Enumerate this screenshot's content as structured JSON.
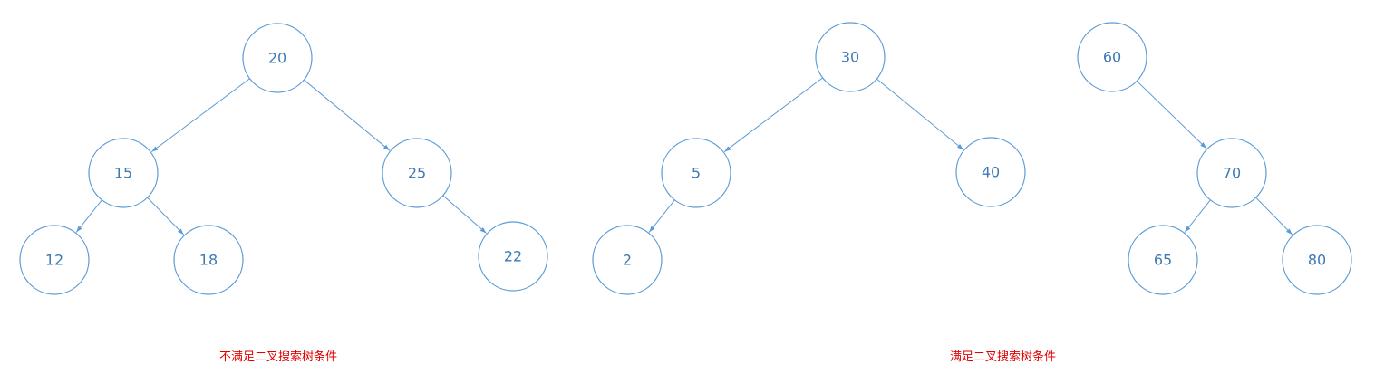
{
  "colors": {
    "node_stroke": "#5b9bd5",
    "node_text": "#3d79b4",
    "edge": "#5b9bd5",
    "caption": "#e00000"
  },
  "trees": [
    {
      "id": "tree-a",
      "caption": "不满足二叉搜索树条件",
      "nodes": [
        {
          "id": "a20",
          "label": "20"
        },
        {
          "id": "a15",
          "label": "15"
        },
        {
          "id": "a25",
          "label": "25"
        },
        {
          "id": "a12",
          "label": "12"
        },
        {
          "id": "a18",
          "label": "18"
        },
        {
          "id": "a22",
          "label": "22"
        }
      ],
      "edges": [
        [
          "a20",
          "a15"
        ],
        [
          "a20",
          "a25"
        ],
        [
          "a15",
          "a12"
        ],
        [
          "a15",
          "a18"
        ],
        [
          "a25",
          "a22"
        ]
      ]
    },
    {
      "id": "tree-b",
      "caption": "满足二叉搜索树条件",
      "nodes": [
        {
          "id": "b30",
          "label": "30"
        },
        {
          "id": "b5",
          "label": "5"
        },
        {
          "id": "b40",
          "label": "40"
        },
        {
          "id": "b2",
          "label": "2"
        }
      ],
      "edges": [
        [
          "b30",
          "b5"
        ],
        [
          "b30",
          "b40"
        ],
        [
          "b5",
          "b2"
        ]
      ]
    },
    {
      "id": "tree-c",
      "caption": "",
      "nodes": [
        {
          "id": "c60",
          "label": "60"
        },
        {
          "id": "c70",
          "label": "70"
        },
        {
          "id": "c65",
          "label": "65"
        },
        {
          "id": "c80",
          "label": "80"
        }
      ],
      "edges": [
        [
          "c60",
          "c70"
        ],
        [
          "c70",
          "c65"
        ],
        [
          "c70",
          "c80"
        ]
      ]
    }
  ]
}
